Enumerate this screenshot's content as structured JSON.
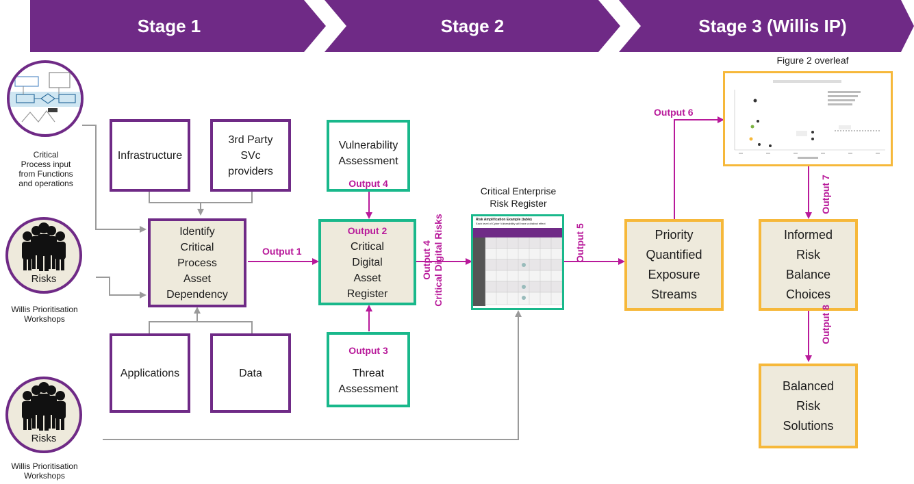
{
  "stages": [
    {
      "label": "Stage 1"
    },
    {
      "label": "Stage 2"
    },
    {
      "label": "Stage 3 (Willis IP)"
    }
  ],
  "colors": {
    "purple": "#6f2a86",
    "green": "#19b88b",
    "yellow": "#f6b83a",
    "beige": "#eeeadc",
    "magenta": "#b8199a",
    "gray": "#9a9a9a"
  },
  "inputs": {
    "process_caption_lines": [
      "Critical",
      "Process input",
      "from Functions",
      "and operations"
    ],
    "risks_label": "Risks",
    "workshops_line1": "Willis Prioritisation",
    "workshops_line2": "Workshops"
  },
  "boxes": {
    "infrastructure": "Infrastructure",
    "third_party": [
      "3rd Party",
      "SVc",
      "providers"
    ],
    "applications": "Applications",
    "data": "Data",
    "identify": [
      "Identify",
      "Critical",
      "Process",
      "Asset",
      "Dependency"
    ],
    "vulnerability": [
      "Vulnerability",
      "Assessment"
    ],
    "cdar": [
      "Critical",
      "Digital",
      "Asset",
      "Register"
    ],
    "threat": [
      "Threat",
      "Assessment"
    ],
    "register_title": [
      "Critical Enterprise",
      "Risk Register"
    ],
    "register_table_title": "Risk Amplification Example (table)",
    "register_table_sub": "Each level of Cyber Vulnerability will have a distinct effect",
    "priority": [
      "Priority",
      "Quantified",
      "Exposure",
      "Streams"
    ],
    "informed": [
      "Informed",
      "Risk",
      "Balance",
      "Choices"
    ],
    "balanced": [
      "Balanced",
      "Risk",
      "Solutions"
    ],
    "figure_caption": "Figure 2 overleaf"
  },
  "outputs": {
    "o1": "Output 1",
    "o2": "Output 2",
    "o3": "Output 3",
    "o4_top": "Output 4",
    "o4_side_1": "Output 4",
    "o4_side_2": "Critical Digital Risks",
    "o5": "Output 5",
    "o6": "Output 6",
    "o7": "Output 7",
    "o8": "Output 8"
  }
}
